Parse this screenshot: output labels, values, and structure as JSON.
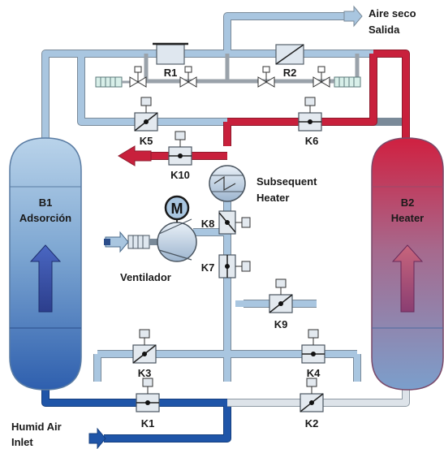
{
  "outlet": {
    "line1": "Aire seco",
    "line2": "Salida"
  },
  "inlet": {
    "line1": "Humid Air",
    "line2": "Inlet"
  },
  "vessel_b1": {
    "name": "B1",
    "function": "Adsorción"
  },
  "vessel_b2": {
    "name": "B2",
    "function": "Heater"
  },
  "subsequent_heater": {
    "line1": "Subsequent",
    "line2": "Heater"
  },
  "fan": {
    "label": "Ventilador",
    "motor_symbol": "M"
  },
  "restrictors": [
    "R1",
    "R2"
  ],
  "valves": [
    "K1",
    "K2",
    "K3",
    "K4",
    "K5",
    "K6",
    "K7",
    "K8",
    "K9",
    "K10"
  ],
  "colors": {
    "pipe_light": "#a9c6e0",
    "pipe_hot": "#c8203c",
    "pipe_humid": "#1f55a8",
    "pipe_dry_return": "#d7dde3",
    "pipe_grey": "#9aa2aa"
  }
}
